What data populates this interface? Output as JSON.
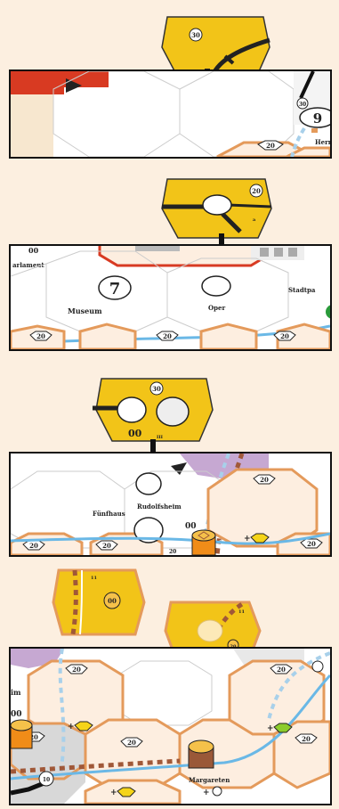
{
  "step1": {
    "tile": {
      "cost_label": "30"
    },
    "board": {
      "hex_cost": "20",
      "big_number": "9",
      "small_cost": "30",
      "partial_name": "Herr"
    }
  },
  "step2": {
    "tile": {
      "cost_label": "20"
    },
    "board": {
      "partial_top": "00",
      "name_left": "arlament",
      "big_number": "7",
      "name_museum": "Museum",
      "name_oper": "Oper",
      "name_right": "Stadtpa",
      "hex_cost": "20"
    }
  },
  "step3": {
    "tile": {
      "cost_label": "30",
      "text_00": "00",
      "text_small": "III"
    },
    "board": {
      "hex_cost": "20",
      "name_fuenfhaus": "Fünfhaus",
      "name_rudolfsheim": "Rudolfsheim",
      "text_00": "00",
      "plus_symbol": "+",
      "partial_small": "20"
    }
  },
  "step4": {
    "tile_left": {
      "text_00": "00",
      "text_small": "11"
    },
    "tile_right": {
      "text_small": "11",
      "cost_label": "20"
    },
    "board": {
      "hex_cost": "20",
      "name_margareten": "Margareten",
      "partial_left": "im",
      "partial_00": "00",
      "cost_10": "10",
      "plus_symbol": "+"
    }
  },
  "colors": {
    "tile_yellow": "#f2c418",
    "hex_orange_border": "#e49a5b",
    "hex_fill_light": "#fdeee0",
    "water_blue": "#6ab8e6",
    "dashed_blue": "#a8d0ea",
    "dashed_brown": "#a05838",
    "district_red": "#d83a22",
    "purple_area": "#c6a8d2",
    "token_orange": "#f08c18",
    "token_brown": "#9a5838",
    "station_yellow": "#f5d418",
    "station_green": "#8ccc2c"
  }
}
